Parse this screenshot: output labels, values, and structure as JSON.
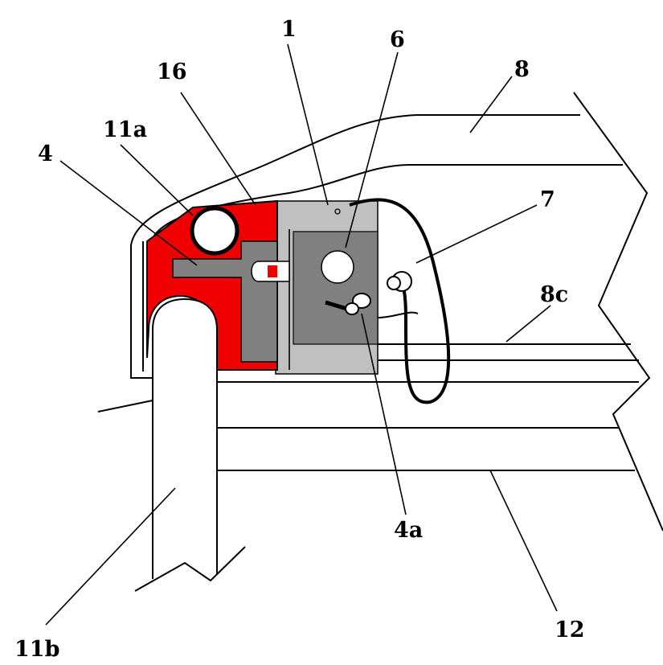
{
  "labels": {
    "l1": "1",
    "l6": "6",
    "l8": "8",
    "l16": "16",
    "l11a": "11a",
    "l4": "4",
    "l7": "7",
    "l8c": "8c",
    "l4a": "4a",
    "l11b": "11b",
    "l12": "12"
  },
  "colors": {
    "red_part": "#f00000",
    "gray_plate": "#c0c0c0",
    "dark_gray": "#808080",
    "line": "#000000",
    "background": "#ffffff"
  }
}
